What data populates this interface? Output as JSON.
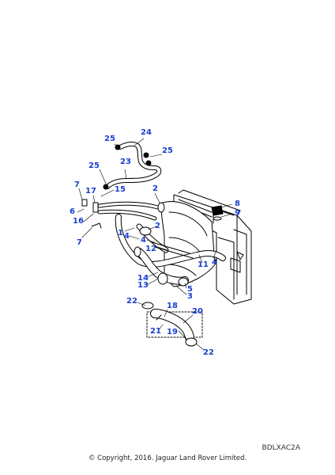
{
  "diagram": {
    "callouts": [
      "24",
      "25",
      "25",
      "23",
      "25",
      "7",
      "17",
      "15",
      "2",
      "8",
      "9",
      "6",
      "16",
      "7",
      "1",
      "4",
      "4",
      "2",
      "12",
      "11",
      "4",
      "14",
      "13",
      "5",
      "3",
      "22",
      "18",
      "20",
      "21",
      "19",
      "22"
    ],
    "ref_code": "BDLXAC2A",
    "copyright": "© Copyright, 2016. Jaguar Land Rover Limited."
  },
  "colors": {
    "callout": "#1a3fd0",
    "line": "#000000"
  }
}
